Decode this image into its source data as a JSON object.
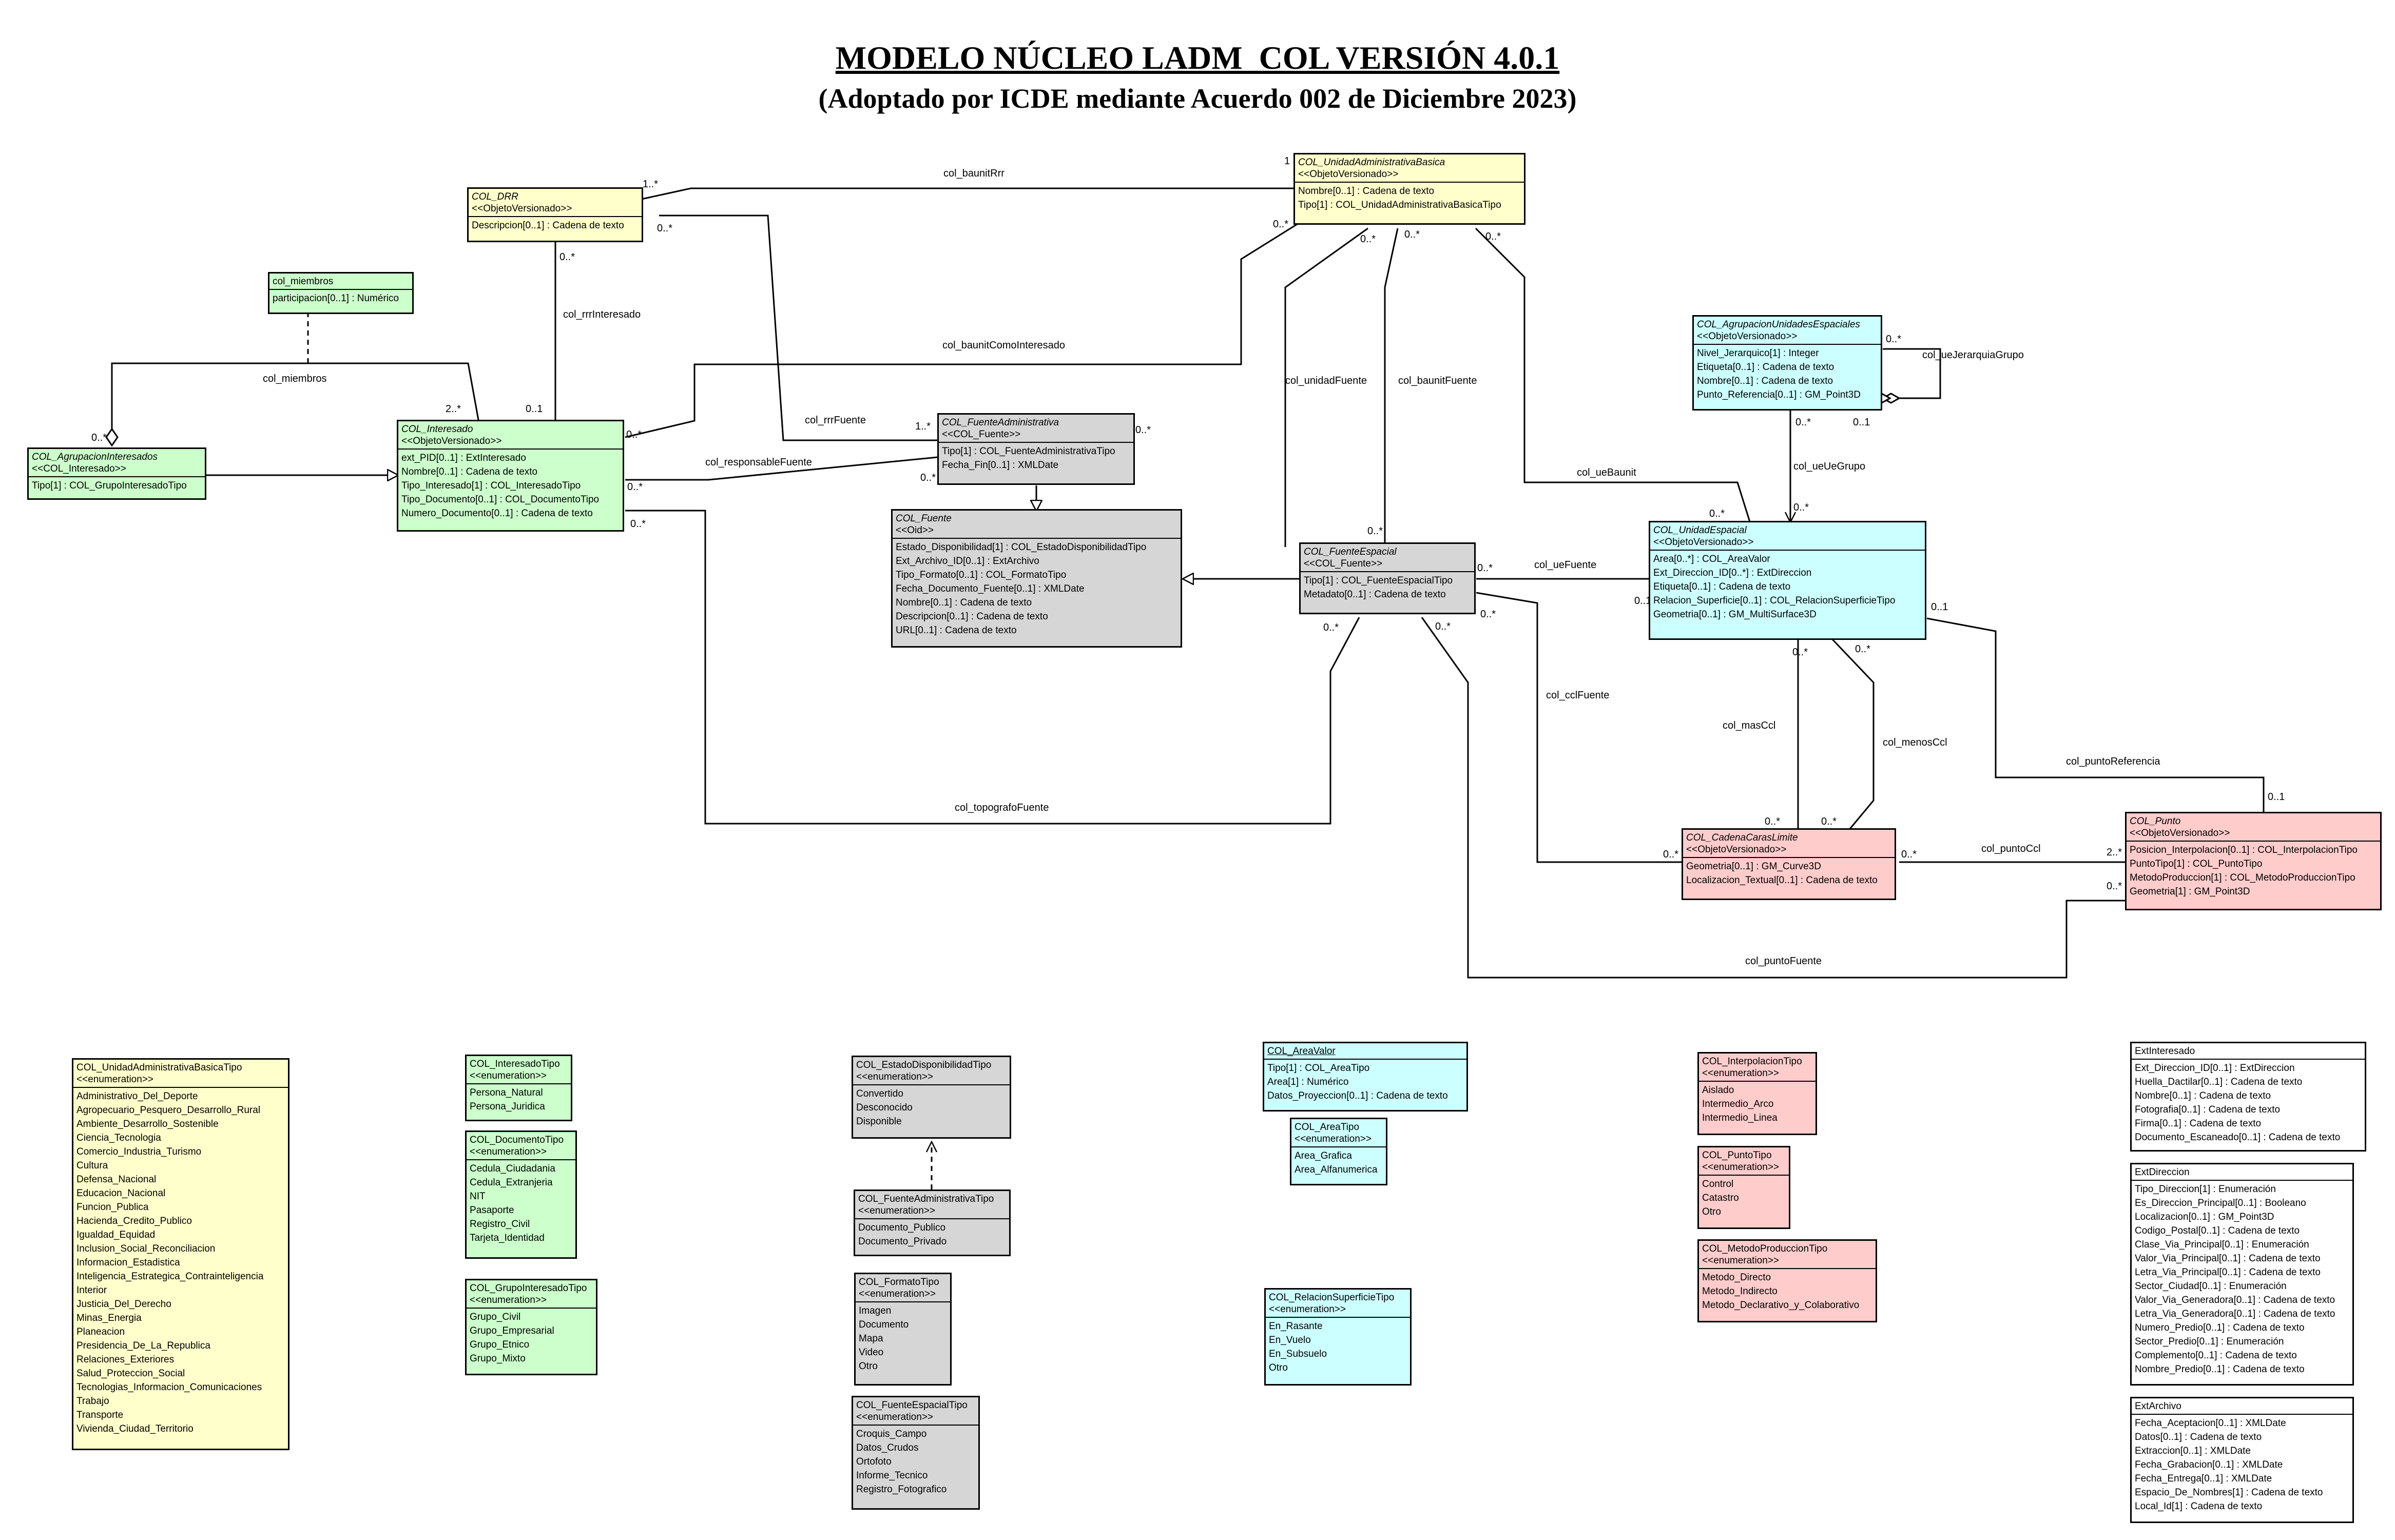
{
  "title": "MODELO NÚCLEO  LADM_COL VERSIÓN 4.0.1",
  "subtitle": "(Adoptado por ICDE mediante Acuerdo 002 de Diciembre 2023)",
  "colors": {
    "yellow": "#ffffcc",
    "green": "#ccffcc",
    "gray": "#d6d6d6",
    "cyan": "#ccffff",
    "pink": "#ffcccc",
    "white": "#ffffff"
  },
  "classes": [
    {
      "id": "col-drr",
      "name": "COL_DRR",
      "abstract": true,
      "stereo": "<<ObjetoVersionado>>",
      "attrs": [
        "Descripcion[0..1] : Cadena de texto"
      ]
    },
    {
      "id": "col-unidad-administrativa-basica",
      "name": "COL_UnidadAdministrativaBasica",
      "abstract": true,
      "stereo": "<<ObjetoVersionado>>",
      "attrs": [
        "Nombre[0..1] : Cadena de texto",
        "Tipo[1] : COL_UnidadAdministrativaBasicaTipo"
      ]
    },
    {
      "id": "col-miembros",
      "name": "col_miembros",
      "abstract": false,
      "stereo": "",
      "attrs": [
        "participacion[0..1] : Numérico"
      ]
    },
    {
      "id": "col-agrupacion-interesados",
      "name": "COL_AgrupacionInteresados",
      "abstract": true,
      "stereo": "<<COL_Interesado>>",
      "attrs": [
        "Tipo[1] : COL_GrupoInteresadoTipo"
      ]
    },
    {
      "id": "col-interesado",
      "name": "COL_Interesado",
      "abstract": true,
      "stereo": "<<ObjetoVersionado>>",
      "attrs": [
        "ext_PID[0..1] : ExtInteresado",
        "Nombre[0..1] : Cadena de texto",
        "Tipo_Interesado[1] : COL_InteresadoTipo",
        "Tipo_Documento[0..1] : COL_DocumentoTipo",
        "Numero_Documento[0..1] : Cadena de texto"
      ]
    },
    {
      "id": "col-fuente-administrativa",
      "name": "COL_FuenteAdministrativa",
      "abstract": true,
      "stereo": "<<COL_Fuente>>",
      "attrs": [
        "Tipo[1] : COL_FuenteAdministrativaTipo",
        "Fecha_Fin[0..1] : XMLDate"
      ]
    },
    {
      "id": "col-fuente",
      "name": "COL_Fuente",
      "abstract": true,
      "stereo": "<<Oid>>",
      "attrs": [
        "Estado_Disponibilidad[1] : COL_EstadoDisponibilidadTipo",
        "Ext_Archivo_ID[0..1] : ExtArchivo",
        "Tipo_Formato[0..1] : COL_FormatoTipo",
        "Fecha_Documento_Fuente[0..1] : XMLDate",
        "Nombre[0..1] : Cadena de texto",
        "Descripcion[0..1] : Cadena de texto",
        "URL[0..1] : Cadena de texto"
      ]
    },
    {
      "id": "col-fuente-espacial",
      "name": "COL_FuenteEspacial",
      "abstract": true,
      "stereo": "<<COL_Fuente>>",
      "attrs": [
        "Tipo[1] : COL_FuenteEspacialTipo",
        "Metadato[0..1] : Cadena de texto"
      ]
    },
    {
      "id": "col-agrupacion-unidades-espaciales",
      "name": "COL_AgrupacionUnidadesEspaciales",
      "abstract": true,
      "stereo": "<<ObjetoVersionado>>",
      "attrs": [
        "Nivel_Jerarquico[1] : Integer",
        "Etiqueta[0..1] : Cadena de texto",
        "Nombre[0..1] : Cadena de texto",
        "Punto_Referencia[0..1] : GM_Point3D"
      ]
    },
    {
      "id": "col-unidad-espacial",
      "name": "COL_UnidadEspacial",
      "abstract": true,
      "stereo": "<<ObjetoVersionado>>",
      "attrs": [
        "Area[0..*] : COL_AreaValor",
        "Ext_Direccion_ID[0..*] : ExtDireccion",
        "Etiqueta[0..1] : Cadena de texto",
        "Relacion_Superficie[0..1] : COL_RelacionSuperficieTipo",
        "Geometria[0..1] : GM_MultiSurface3D"
      ]
    },
    {
      "id": "col-cadena-caras-limite",
      "name": "COL_CadenaCarasLimite",
      "abstract": true,
      "stereo": "<<ObjetoVersionado>>",
      "attrs": [
        "Geometria[0..1] : GM_Curve3D",
        "Localizacion_Textual[0..1] : Cadena de texto"
      ]
    },
    {
      "id": "col-punto",
      "name": "COL_Punto",
      "abstract": true,
      "stereo": "<<ObjetoVersionado>>",
      "attrs": [
        "Posicion_Interpolacion[0..1] : COL_InterpolacionTipo",
        "PuntoTipo[1] : COL_PuntoTipo",
        "MetodoProduccion[1] : COL_MetodoProduccionTipo",
        "Geometria[1] : GM_Point3D"
      ]
    },
    {
      "id": "col-unidad-administrativa-basica-tipo",
      "name": "COL_UnidadAdministrativaBasicaTipo",
      "abstract": false,
      "stereo": "<<enumeration>>",
      "attrs": [
        "Administrativo_Del_Deporte",
        "Agropecuario_Pesquero_Desarrollo_Rural",
        "Ambiente_Desarrollo_Sostenible",
        "Ciencia_Tecnologia",
        "Comercio_Industria_Turismo",
        "Cultura",
        "Defensa_Nacional",
        "Educacion_Nacional",
        "Funcion_Publica",
        "Hacienda_Credito_Publico",
        "Igualdad_Equidad",
        "Inclusion_Social_Reconciliacion",
        "Informacion_Estadistica",
        "Inteligencia_Estrategica_Contrainteligencia",
        "Interior",
        "Justicia_Del_Derecho",
        "Minas_Energia",
        "Planeacion",
        "Presidencia_De_La_Republica",
        "Relaciones_Exteriores",
        "Salud_Proteccion_Social",
        "Tecnologias_Informacion_Comunicaciones",
        "Trabajo",
        "Transporte",
        "Vivienda_Ciudad_Territorio"
      ]
    },
    {
      "id": "col-interesado-tipo",
      "name": "COL_InteresadoTipo",
      "abstract": false,
      "stereo": "<<enumeration>>",
      "attrs": [
        "Persona_Natural",
        "Persona_Juridica"
      ]
    },
    {
      "id": "col-documento-tipo",
      "name": "COL_DocumentoTipo",
      "abstract": false,
      "stereo": "<<enumeration>>",
      "attrs": [
        "Cedula_Ciudadania",
        "Cedula_Extranjeria",
        "NIT",
        "Pasaporte",
        "Registro_Civil",
        "Tarjeta_Identidad"
      ]
    },
    {
      "id": "col-grupo-interesado-tipo",
      "name": "COL_GrupoInteresadoTipo",
      "abstract": false,
      "stereo": "<<enumeration>>",
      "attrs": [
        "Grupo_Civil",
        "Grupo_Empresarial",
        "Grupo_Etnico",
        "Grupo_Mixto"
      ]
    },
    {
      "id": "col-estado-disponibilidad-tipo",
      "name": "COL_EstadoDisponibilidadTipo",
      "abstract": false,
      "stereo": "<<enumeration>>",
      "attrs": [
        "Convertido",
        "Desconocido",
        "Disponible"
      ]
    },
    {
      "id": "col-fuente-administrativa-tipo",
      "name": "COL_FuenteAdministrativaTipo",
      "abstract": false,
      "stereo": "<<enumeration>>",
      "attrs": [
        "Documento_Publico",
        "Documento_Privado"
      ]
    },
    {
      "id": "col-formato-tipo",
      "name": "COL_FormatoTipo",
      "abstract": false,
      "stereo": "<<enumeration>>",
      "attrs": [
        "Imagen",
        "Documento",
        "Mapa",
        "Video",
        "Otro"
      ]
    },
    {
      "id": "col-fuente-espacial-tipo",
      "name": "COL_FuenteEspacialTipo",
      "abstract": false,
      "stereo": "<<enumeration>>",
      "attrs": [
        "Croquis_Campo",
        "Datos_Crudos",
        "Ortofoto",
        "Informe_Tecnico",
        "Registro_Fotografico"
      ]
    },
    {
      "id": "col-area-valor",
      "name": "COL_AreaValor",
      "abstract": false,
      "stereo": "",
      "attrs": [
        "Tipo[1] : COL_AreaTipo",
        "Area[1] : Numérico",
        "Datos_Proyeccion[0..1] : Cadena de texto"
      ]
    },
    {
      "id": "col-area-tipo",
      "name": "COL_AreaTipo",
      "abstract": false,
      "stereo": "<<enumeration>>",
      "attrs": [
        "Area_Grafica",
        "Area_Alfanumerica"
      ]
    },
    {
      "id": "col-relacion-superficie-tipo",
      "name": "COL_RelacionSuperficieTipo",
      "abstract": false,
      "stereo": "<<enumeration>>",
      "attrs": [
        "En_Rasante",
        "En_Vuelo",
        "En_Subsuelo",
        "Otro"
      ]
    },
    {
      "id": "col-interpolacion-tipo",
      "name": "COL_InterpolacionTipo",
      "abstract": false,
      "stereo": "<<enumeration>>",
      "attrs": [
        "Aislado",
        "Intermedio_Arco",
        "Intermedio_Linea"
      ]
    },
    {
      "id": "col-punto-tipo",
      "name": "COL_PuntoTipo",
      "abstract": false,
      "stereo": "<<enumeration>>",
      "attrs": [
        "Control",
        "Catastro",
        "Otro"
      ]
    },
    {
      "id": "col-metodo-produccion-tipo",
      "name": "COL_MetodoProduccionTipo",
      "abstract": false,
      "stereo": "<<enumeration>>",
      "attrs": [
        "Metodo_Directo",
        "Metodo_Indirecto",
        "Metodo_Declarativo_y_Colaborativo"
      ]
    },
    {
      "id": "ext-interesado",
      "name": "ExtInteresado",
      "abstract": false,
      "stereo": "",
      "attrs": [
        "Ext_Direccion_ID[0..1] : ExtDireccion",
        "Huella_Dactilar[0..1] : Cadena de texto",
        "Nombre[0..1] : Cadena de texto",
        "Fotografia[0..1] : Cadena de texto",
        "Firma[0..1] : Cadena de texto",
        "Documento_Escaneado[0..1] : Cadena de texto"
      ]
    },
    {
      "id": "ext-direccion",
      "name": "ExtDireccion",
      "abstract": false,
      "stereo": "",
      "attrs": [
        "Tipo_Direccion[1] : Enumeración",
        "Es_Direccion_Principal[0..1] : Booleano",
        "Localizacion[0..1] : GM_Point3D",
        "Codigo_Postal[0..1] : Cadena de texto",
        "Clase_Via_Principal[0..1] : Enumeración",
        "Valor_Via_Principal[0..1] : Cadena de texto",
        "Letra_Via_Principal[0..1] : Cadena de texto",
        "Sector_Ciudad[0..1] : Enumeración",
        "Valor_Via_Generadora[0..1] : Cadena de texto",
        "Letra_Via_Generadora[0..1] : Cadena de texto",
        "Numero_Predio[0..1] : Cadena de texto",
        "Sector_Predio[0..1] : Enumeración",
        "Complemento[0..1] : Cadena de texto",
        "Nombre_Predio[0..1] : Cadena de texto"
      ]
    },
    {
      "id": "ext-archivo",
      "name": "ExtArchivo",
      "abstract": false,
      "stereo": "",
      "attrs": [
        "Fecha_Aceptacion[0..1] : XMLDate",
        "Datos[0..1] : Cadena de texto",
        "Extraccion[0..1] : XMLDate",
        "Fecha_Grabacion[0..1] : XMLDate",
        "Fecha_Entrega[0..1] : XMLDate",
        "Espacio_De_Nombres[1] : Cadena de texto",
        "Local_Id[1] : Cadena de texto"
      ]
    }
  ],
  "association_labels": [
    "col_baunitRrr",
    "col_rrrInteresado",
    "col_miembros",
    "col_baunitComoInteresado",
    "col_rrrFuente",
    "col_responsableFuente",
    "col_unidadFuente",
    "col_baunitFuente",
    "col_ueBaunit",
    "col_ueJerarquiaGrupo",
    "col_ueUeGrupo",
    "col_ueFuente",
    "col_cclFuente",
    "col_masCcl",
    "col_menosCcl",
    "col_puntoReferencia",
    "col_puntoCcl",
    "col_topografoFuente",
    "col_puntoFuente"
  ],
  "multiplicities": [
    "1..*",
    "1",
    "0..*",
    "0..*",
    "0..*",
    "0..*",
    "0..*",
    "0..*",
    "0..1",
    "2..*",
    "0..*",
    "1..*",
    "0..*",
    "0..*",
    "0..*",
    "0..*",
    "0..*",
    "0..*",
    "0..*",
    "0..*",
    "0..*",
    "0..*",
    "0..*",
    "0..1",
    "0..*",
    "0..*",
    "0..*",
    "0..1",
    "0..*",
    "0..*",
    "0..*",
    "0..*",
    "0..1",
    "0..*",
    "2..*",
    "0..*"
  ]
}
